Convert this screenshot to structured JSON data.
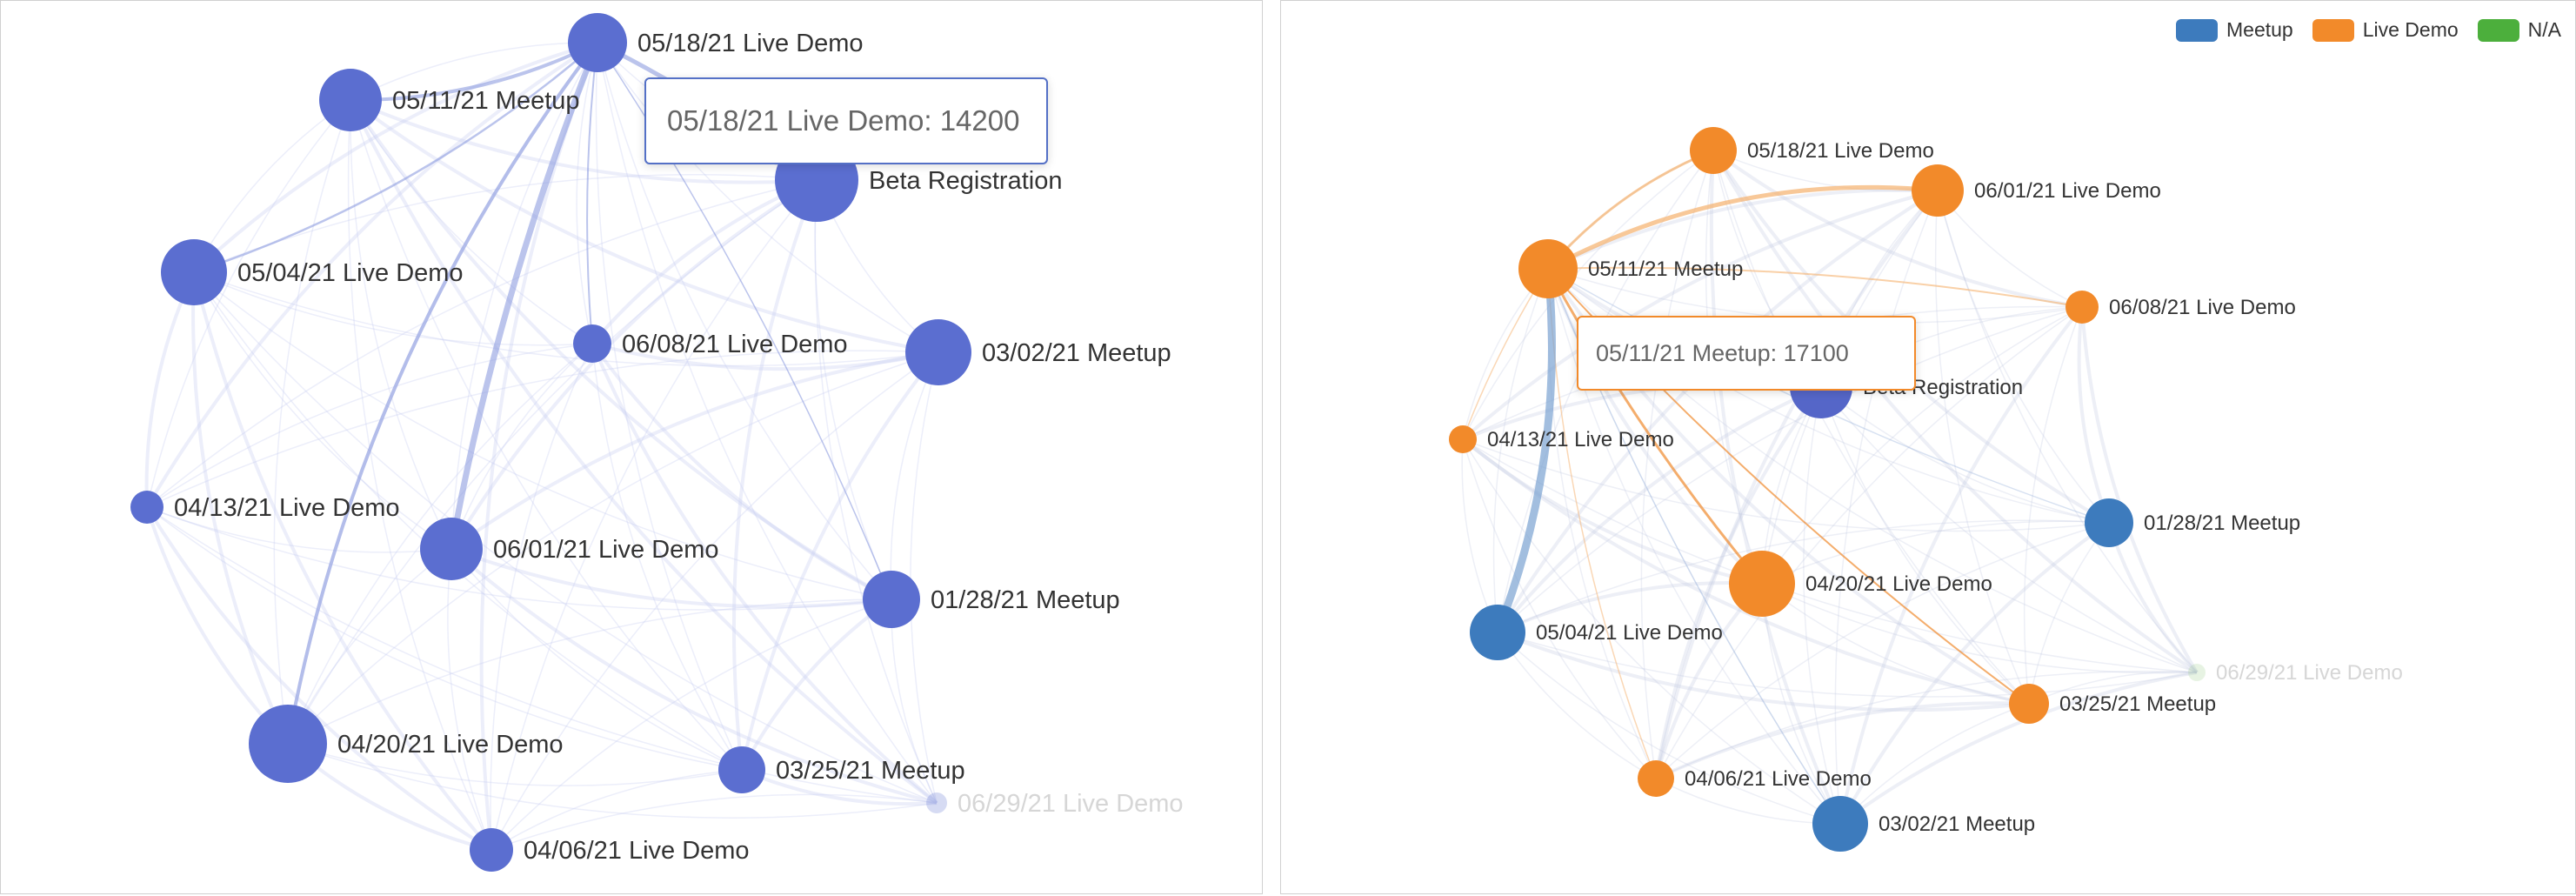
{
  "left_graph": {
    "tooltip": "05/18/21 Live Demo: 14200",
    "nodes": [
      {
        "id": "0518",
        "label": "05/18/21 Live Demo"
      },
      {
        "id": "0511",
        "label": "05/11/21 Meetup"
      },
      {
        "id": "beta",
        "label": "Beta Registration"
      },
      {
        "id": "0504",
        "label": "05/04/21 Live Demo"
      },
      {
        "id": "0608",
        "label": "06/08/21 Live Demo"
      },
      {
        "id": "0302",
        "label": "03/02/21 Meetup"
      },
      {
        "id": "0413",
        "label": "04/13/21 Live Demo"
      },
      {
        "id": "0601",
        "label": "06/01/21 Live Demo"
      },
      {
        "id": "0128",
        "label": "01/28/21 Meetup"
      },
      {
        "id": "0420",
        "label": "04/20/21 Live Demo"
      },
      {
        "id": "0325",
        "label": "03/25/21 Meetup"
      },
      {
        "id": "0629",
        "label": "06/29/21 Live Demo"
      },
      {
        "id": "0406",
        "label": "04/06/21 Live Demo"
      }
    ]
  },
  "right_graph": {
    "tooltip": "05/11/21 Meetup: 17100",
    "legend": [
      {
        "label": "Meetup",
        "color": "#3d7bbd"
      },
      {
        "label": "Live Demo",
        "color": "#f28a2a"
      },
      {
        "label": "N/A",
        "color": "#4caf3c"
      }
    ],
    "nodes": [
      {
        "id": "0518",
        "label": "05/18/21 Live Demo"
      },
      {
        "id": "0601",
        "label": "06/01/21 Live Demo"
      },
      {
        "id": "0511",
        "label": "05/11/21 Meetup"
      },
      {
        "id": "0608",
        "label": "06/08/21 Live Demo"
      },
      {
        "id": "beta",
        "label": "Beta Registration"
      },
      {
        "id": "0413",
        "label": "04/13/21 Live Demo"
      },
      {
        "id": "0128",
        "label": "01/28/21 Meetup"
      },
      {
        "id": "0420",
        "label": "04/20/21 Live Demo"
      },
      {
        "id": "0504",
        "label": "05/04/21 Live Demo"
      },
      {
        "id": "0629",
        "label": "06/29/21 Live Demo"
      },
      {
        "id": "0325",
        "label": "03/25/21 Meetup"
      },
      {
        "id": "0406",
        "label": "04/06/21 Live Demo"
      },
      {
        "id": "0302",
        "label": "03/02/21 Meetup"
      }
    ]
  }
}
